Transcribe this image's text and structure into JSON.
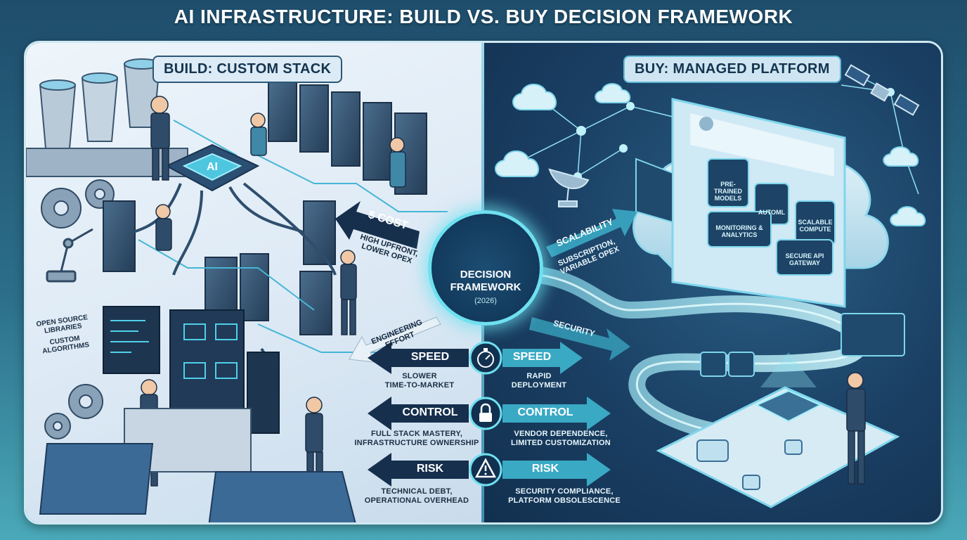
{
  "title": "AI INFRASTRUCTURE: BUILD VS. BUY DECISION FRAMEWORK",
  "build": {
    "label": "BUILD: CUSTOM STACK",
    "chip_text": "AI",
    "board_line1": "OPEN SOURCE",
    "board_line2": "LIBRARIES",
    "board_line3": "CUSTOM",
    "board_line4": "ALGORITHMS"
  },
  "buy": {
    "label": "BUY: MANAGED PLATFORM",
    "cards": [
      "PRE-TRAINED MODELS",
      "AUTOML",
      "SCALABLE COMPUTE",
      "MONITORING & ANALYTICS",
      "SECURE API GATEWAY"
    ]
  },
  "hub": {
    "line1": "DECISION",
    "line2": "FRAMEWORK",
    "year": "(2026)"
  },
  "factors": {
    "cost": {
      "label": "$ COST",
      "build_line1": "HIGH UPFRONT,",
      "build_line2": "LOWER OPEX"
    },
    "scalability": {
      "label": "SCALABILITY",
      "buy_line1": "SUBSCRIPTION,",
      "buy_line2": "VARIABLE OPEX"
    },
    "engineering": {
      "label": "ENGINEERING EFFORT"
    },
    "security": {
      "label": "SECURITY"
    },
    "speed": {
      "label": "SPEED",
      "build_line1": "SLOWER",
      "build_line2": "TIME-TO-MARKET",
      "buy_line1": "RAPID",
      "buy_line2": "DEPLOYMENT"
    },
    "control": {
      "label": "CONTROL",
      "build_line1": "FULL STACK MASTERY,",
      "build_line2": "INFRASTRUCTURE OWNERSHIP",
      "buy_line1": "VENDOR DEPENDENCE,",
      "buy_line2": "LIMITED CUSTOMIZATION"
    },
    "risk": {
      "label": "RISK",
      "build_line1": "TECHNICAL DEBT,",
      "build_line2": "OPERATIONAL OVERHEAD",
      "buy_line1": "SECURITY COMPLIANCE,",
      "buy_line2": "PLATFORM OBSOLESCENCE"
    }
  },
  "colors": {
    "build_arrow": "#152f4d",
    "buy_arrow": "#3aa9c4",
    "glow": "#6fe0f0"
  }
}
